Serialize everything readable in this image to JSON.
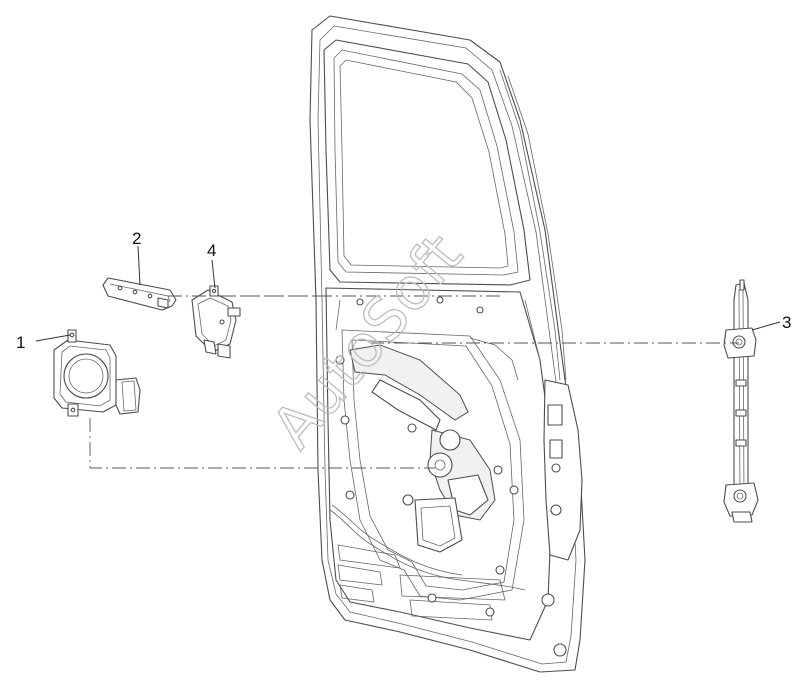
{
  "callouts": [
    {
      "id": "1",
      "label": "1"
    },
    {
      "id": "2",
      "label": "2"
    },
    {
      "id": "3",
      "label": "3"
    },
    {
      "id": "4",
      "label": "4"
    }
  ],
  "watermark": {
    "text": "AutoSoft"
  },
  "colors": {
    "line": "#4d4d4d",
    "watermark": "#bdbdbd",
    "background": "#ffffff"
  }
}
